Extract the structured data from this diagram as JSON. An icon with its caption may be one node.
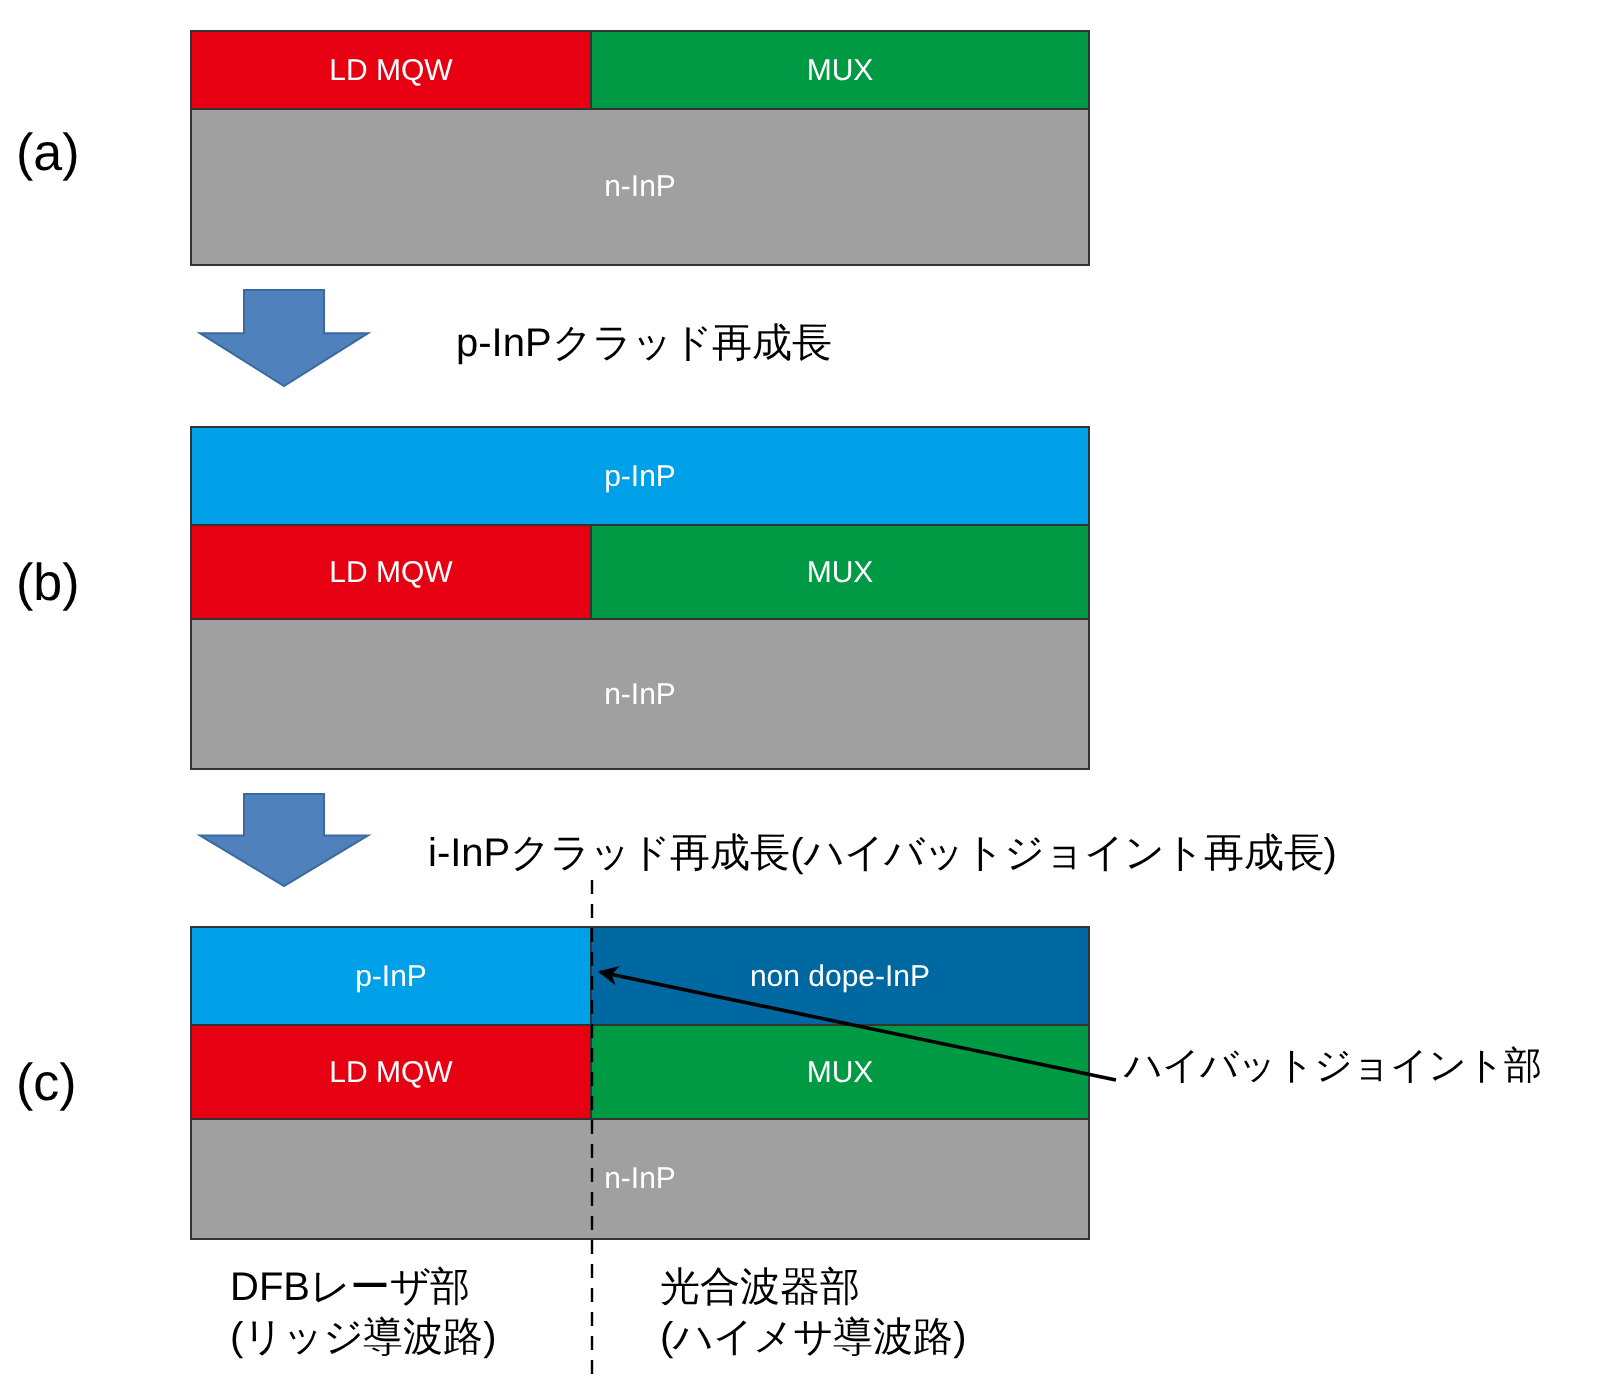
{
  "diagram": {
    "nodes": [
      {
        "text": [
          "LD MQW"
        ]
      },
      {
        "text": [
          "MUX"
        ]
      },
      {
        "text": [
          "n-InP"
        ]
      },
      {
        "text": [
          "p-InP"
        ]
      },
      {
        "text": [
          "LD MQW"
        ]
      },
      {
        "text": [
          "MUX"
        ]
      },
      {
        "text": [
          "n-InP"
        ]
      },
      {
        "text": [
          "p-InP"
        ]
      },
      {
        "text": [
          "non dope-InP"
        ]
      },
      {
        "text": [
          "LD MQW"
        ]
      },
      {
        "text": [
          "MUX"
        ]
      },
      {
        "text": [
          "n-InP"
        ]
      },
      {
        "text": [
          "ハイバットジョイント部"
        ]
      }
    ],
    "edges": [
      {
        "from": 2,
        "to": 3,
        "arrow": "to",
        "label": "p-InPクラッド再成長",
        "style": "thick",
        "color": "#4f81bd"
      },
      {
        "from": 6,
        "to": 7,
        "arrow": "to",
        "label": "i-InPクラッド再成長(ハイバットジョイント再成長)",
        "style": "thick",
        "color": "#4f81bd"
      },
      {
        "from": 12,
        "to": 7,
        "arrow": "to"
      }
    ],
    "labels": [
      "(a)",
      "(b)",
      "(c)",
      "DFBレーザ部(リッジ導波路)",
      "光合波器部(ハイメサ導波路)"
    ]
  }
}
